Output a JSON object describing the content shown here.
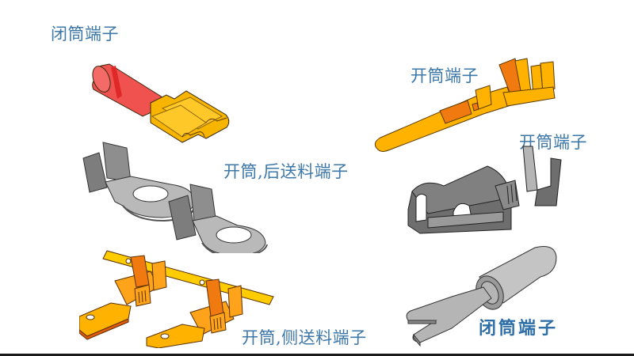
{
  "slide": {
    "labels": {
      "closed_barrel_top_left": "闭筒端子",
      "open_barrel_rear_feed": "开筒,后送料端子",
      "open_barrel_side_feed": "开筒,侧送料端子",
      "open_barrel_pin": "开筒端子",
      "open_barrel_receptacle": "开筒端子",
      "closed_barrel_spade": "闭筒端子"
    },
    "colors": {
      "label_text": "#3e78a8",
      "insulation_red": "#f0524f",
      "brass_yellow": "#f7b500",
      "copper_orange": "#f07a10",
      "steel_gray": "#a8a8a8",
      "dark_gray": "#6e6e6e"
    }
  }
}
